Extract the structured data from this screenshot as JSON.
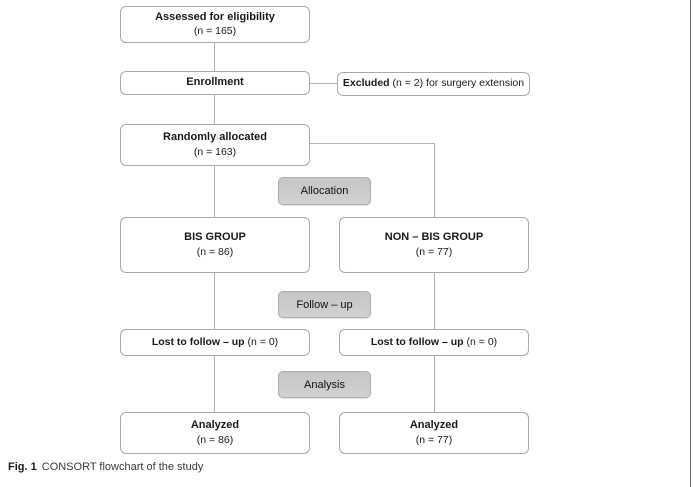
{
  "colors": {
    "box_border": "#a9a9a9",
    "connector_line": "#b3b3b3",
    "stage_fill": "#c9c9c9",
    "stage_border": "#aeaeae",
    "text": "#1a1a1a",
    "caption_text": "#3a3a3a",
    "page_edge_line": "#666666"
  },
  "flow": {
    "assessed": {
      "title": "Assessed for eligibility",
      "count": "(n = 165)"
    },
    "enrollment": {
      "title": "Enrollment"
    },
    "excluded": {
      "bold": "Excluded",
      "rest": " (n = 2) for surgery extension"
    },
    "randomized": {
      "title": "Randomly allocated",
      "count": "(n = 163)"
    },
    "bis_group": {
      "title": "BIS GROUP",
      "count": "(n = 86)"
    },
    "non_bis_group": {
      "title": "NON – BIS GROUP",
      "count": "(n = 77)"
    },
    "lost_left": {
      "bold": "Lost to follow – up",
      "rest": " (n = 0)"
    },
    "lost_right": {
      "bold": "Lost to follow – up",
      "rest": " (n = 0)"
    },
    "analyzed_left": {
      "title": "Analyzed",
      "count": "(n = 86)"
    },
    "analyzed_right": {
      "title": "Analyzed",
      "count": "(n = 77)"
    }
  },
  "stages": {
    "allocation": "Allocation",
    "followup": "Follow – up",
    "analysis": "Analysis"
  },
  "caption": {
    "label": "Fig. 1",
    "text": "CONSORT flowchart of the study"
  }
}
